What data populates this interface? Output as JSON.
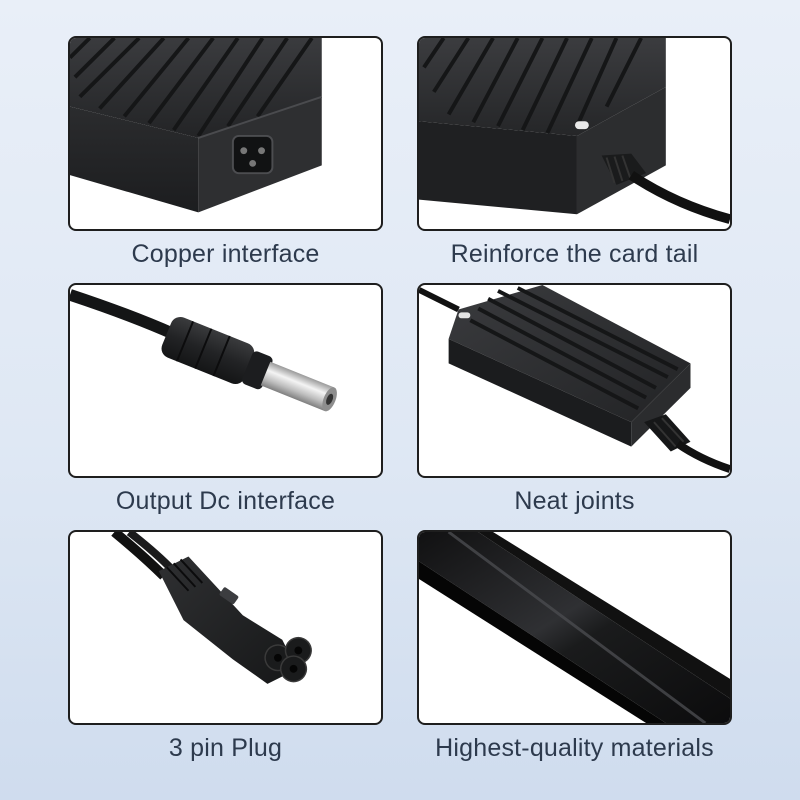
{
  "features": [
    {
      "caption": "Copper interface",
      "image": "adapter-ac-socket-closeup"
    },
    {
      "caption": "Reinforce  the card tail",
      "image": "adapter-cable-strain-relief"
    },
    {
      "caption": "Output Dc interface",
      "image": "dc-barrel-plug"
    },
    {
      "caption": "Neat joints",
      "image": "adapter-top-view"
    },
    {
      "caption": "3 pin Plug",
      "image": "three-pin-c5-plug"
    },
    {
      "caption": "Highest-quality materials",
      "image": "black-cable-closeup"
    }
  ],
  "colors": {
    "background_top": "#e9eff8",
    "background_bottom": "#cfdcee",
    "panel_border": "#1e1e1e",
    "product_black": "#2a2b2d",
    "caption_text": "#2d3a4d"
  }
}
